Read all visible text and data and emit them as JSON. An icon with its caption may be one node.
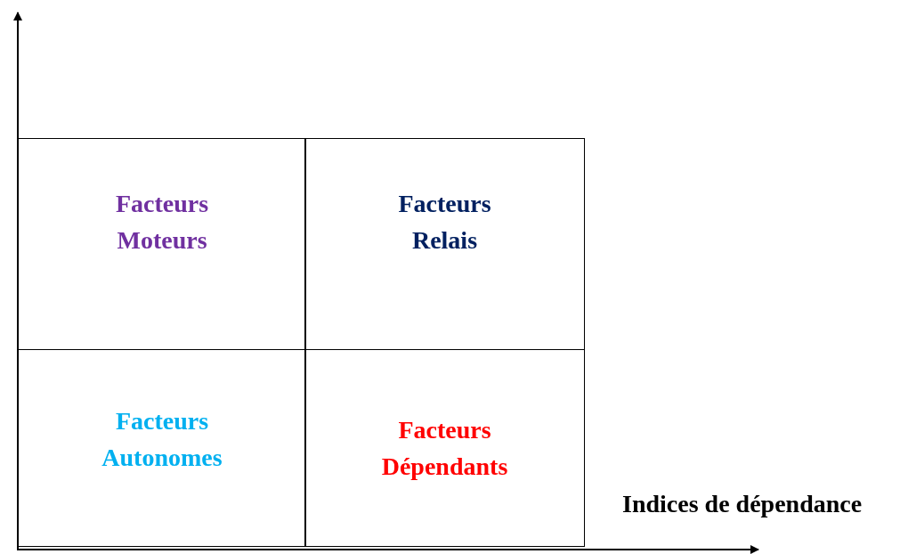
{
  "diagram": {
    "nodes": [
      {
        "text": [
          "Facteurs Moteurs"
        ]
      },
      {
        "text": [
          "Facteurs Relais"
        ]
      },
      {
        "text": [
          "Facteurs Autonomes"
        ]
      },
      {
        "text": [
          "Facteurs Dépendants"
        ]
      }
    ],
    "labels": [
      "Indices de dépendance"
    ]
  }
}
